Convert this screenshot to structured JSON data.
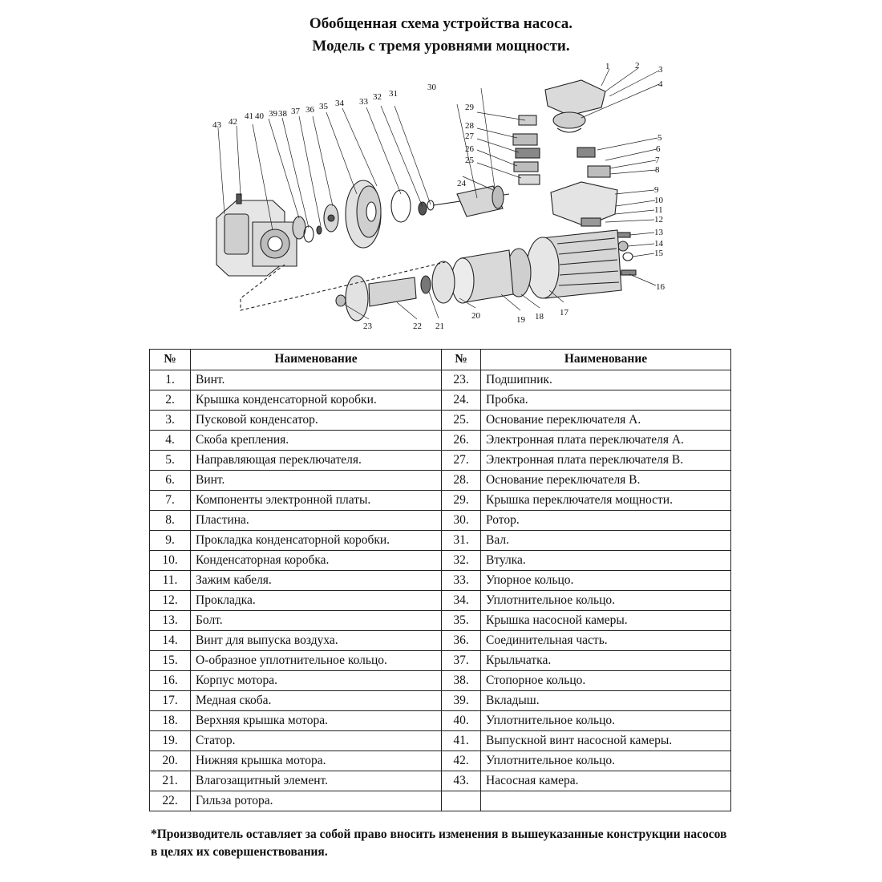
{
  "title_line1": "Обобщенная схема устройства насоса.",
  "title_line2": "Модель с тремя уровнями мощности.",
  "diagram_labels": [
    "1",
    "2",
    "3",
    "4",
    "5",
    "6",
    "7",
    "8",
    "9",
    "10",
    "11",
    "12",
    "13",
    "14",
    "15",
    "16",
    "17",
    "18",
    "19",
    "20",
    "21",
    "22",
    "23",
    "24",
    "25",
    "26",
    "27",
    "28",
    "29",
    "30",
    "31",
    "32",
    "33",
    "34",
    "35",
    "36",
    "37",
    "38",
    "39",
    "40",
    "41",
    "42",
    "43"
  ],
  "table": {
    "headers": [
      "№",
      "Наименование",
      "№",
      "Наименование"
    ],
    "rows": [
      [
        "1.",
        "Винт.",
        "23.",
        "Подшипник."
      ],
      [
        "2.",
        "Крышка конденсаторной коробки.",
        "24.",
        "Пробка."
      ],
      [
        "3.",
        "Пусковой конденсатор.",
        "25.",
        "Основание переключателя А."
      ],
      [
        "4.",
        "Скоба крепления.",
        "26.",
        "Электронная плата переключателя А."
      ],
      [
        "5.",
        "Направляющая переключателя.",
        "27.",
        "Электронная плата переключателя В."
      ],
      [
        "6.",
        "Винт.",
        "28.",
        "Основание переключателя В."
      ],
      [
        "7.",
        "Компоненты электронной платы.",
        "29.",
        "Крышка переключателя мощности."
      ],
      [
        "8.",
        "Пластина.",
        "30.",
        "Ротор."
      ],
      [
        "9.",
        "Прокладка конденсаторной коробки.",
        "31.",
        "Вал."
      ],
      [
        "10.",
        "Конденсаторная коробка.",
        "32.",
        "Втулка."
      ],
      [
        "11.",
        "Зажим кабеля.",
        "33.",
        "Упорное кольцо."
      ],
      [
        "12.",
        "Прокладка.",
        "34.",
        "Уплотнительное кольцо."
      ],
      [
        "13.",
        "Болт.",
        "35.",
        "Крышка насосной камеры."
      ],
      [
        "14.",
        "Винт для выпуска воздуха.",
        "36.",
        "Соединительная часть."
      ],
      [
        "15.",
        "О-образное уплотнительное кольцо.",
        "37.",
        "Крыльчатка."
      ],
      [
        "16.",
        "Корпус мотора.",
        "38.",
        "Стопорное кольцо."
      ],
      [
        "17.",
        "Медная скоба.",
        "39.",
        "Вкладыш."
      ],
      [
        "18.",
        "Верхняя крышка мотора.",
        "40.",
        "Уплотнительное кольцо."
      ],
      [
        "19.",
        "Статор.",
        "41.",
        "Выпускной винт насосной камеры."
      ],
      [
        "20.",
        "Нижняя крышка мотора.",
        "42.",
        "Уплотнительное кольцо."
      ],
      [
        "21.",
        "Влагозащитный элемент.",
        "43.",
        "Насосная камера."
      ],
      [
        "22.",
        "Гильза ротора.",
        "",
        ""
      ]
    ]
  },
  "footnote": "*Производитель оставляет за собой право вносить изменения в вышеуказанные конструкции насосов в целях их совершенствования."
}
